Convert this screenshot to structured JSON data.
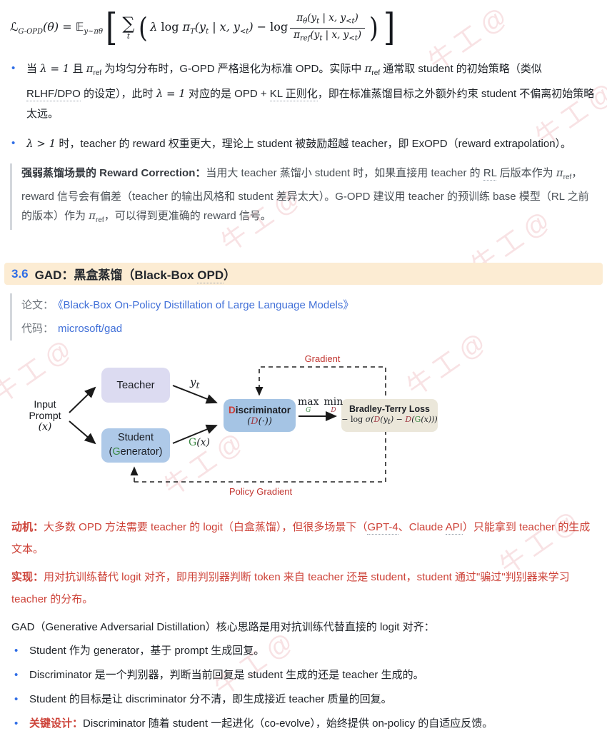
{
  "watermark": {
    "text": "牛工@"
  },
  "formula": {
    "lhs": [
      {
        "t": "ℒ"
      },
      {
        "t": "G-OPD",
        "s": "sub up"
      },
      {
        "t": "(θ) = 𝔼"
      },
      {
        "t": "y~πθ",
        "s": "sub"
      }
    ],
    "lbracket": "[",
    "sum_sigma": "∑",
    "sum_sub": "t",
    "lparen": "(",
    "inner": [
      {
        "t": "λ "
      },
      {
        "t": "log ",
        "s": "up"
      },
      {
        "t": "π"
      },
      {
        "t": "T",
        "s": "sub up"
      },
      {
        "t": "(y"
      },
      {
        "t": "t",
        "s": "sub"
      },
      {
        "t": " | x, y"
      },
      {
        "t": "<t",
        "s": "sub"
      },
      {
        "t": ") − "
      },
      {
        "t": "log",
        "s": "up"
      }
    ],
    "frac_num": [
      {
        "t": "π"
      },
      {
        "t": "θ",
        "s": "sub"
      },
      {
        "t": "(y"
      },
      {
        "t": "t",
        "s": "sub"
      },
      {
        "t": " | x, y"
      },
      {
        "t": "<t",
        "s": "sub"
      },
      {
        "t": ")"
      }
    ],
    "frac_den": [
      {
        "t": "π"
      },
      {
        "t": "ref",
        "s": "sub up"
      },
      {
        "t": "(y"
      },
      {
        "t": "t",
        "s": "sub"
      },
      {
        "t": " | x, y"
      },
      {
        "t": "<t",
        "s": "sub"
      },
      {
        "t": ")"
      }
    ],
    "rparen": ")",
    "rbracket": "]"
  },
  "bullets_top": [
    {
      "segments": [
        {
          "t": "当 "
        },
        {
          "t": "λ = 1",
          "s": "math"
        },
        {
          "t": " 且 "
        },
        {
          "t": "π",
          "s": "math"
        },
        {
          "t": "ref",
          "s": "sub up"
        },
        {
          "t": " 为均匀分布时，G-OPD 严格退化为标准 OPD。实际中 "
        },
        {
          "t": "π",
          "s": "math"
        },
        {
          "t": "ref",
          "s": "sub up"
        },
        {
          "t": " 通常取 student 的初始策略（类似 "
        },
        {
          "t": "RLHF/DPO",
          "s": "dot"
        },
        {
          "t": " 的设定），此时 "
        },
        {
          "t": "λ = 1",
          "s": "math"
        },
        {
          "t": " 对应的是 OPD + "
        },
        {
          "t": "KL 正则化",
          "s": "dot"
        },
        {
          "t": "，即在标准蒸馏目标之外额外约束 student 不偏离初始策略太远。"
        }
      ]
    },
    {
      "segments": [
        {
          "t": "λ > 1",
          "s": "math"
        },
        {
          "t": " 时，teacher 的 reward 权重更大，理论上 student 被鼓励超越 teacher，即 ExOPD（reward extrapolation）。"
        }
      ]
    }
  ],
  "callout": {
    "segments": [
      {
        "t": "强弱蒸馏场景的 Reward Correction：",
        "s": "b"
      },
      {
        "t": "当用大 teacher 蒸馏小 student 时，如果直接用 teacher 的 "
      },
      {
        "t": "RL",
        "s": "dot"
      },
      {
        "t": " 后版本作为 "
      },
      {
        "t": "π",
        "s": "math"
      },
      {
        "t": "ref",
        "s": "sub up"
      },
      {
        "t": "，reward 信号会有偏差（teacher 的输出风格和 student 差异太大）。G-OPD 建议用 teacher 的预训练 base 模型（RL 之前的版本）作为 "
      },
      {
        "t": "π",
        "s": "math"
      },
      {
        "t": "ref",
        "s": "sub up"
      },
      {
        "t": "，可以得到更准确的 reward 信号。"
      }
    ]
  },
  "section": {
    "number": "3.6",
    "title_segments": [
      {
        "t": "GAD：黑盒蒸馏（Black-Box "
      },
      {
        "t": "OPD",
        "s": "dot"
      },
      {
        "t": "）"
      }
    ]
  },
  "refs": [
    {
      "label": "论文：",
      "link": "《Black-Box On-Policy Distillation of Large Language Models》"
    },
    {
      "label": "代码：",
      "link": "microsoft/gad"
    }
  ],
  "diagram": {
    "input_line1": "Input",
    "input_line2": "Prompt",
    "input_math": "(x)",
    "teacher_label": "Teacher",
    "student_line1": "Student",
    "student_pre": "(",
    "student_g": "G",
    "student_post": "enerator)",
    "disc_d": "D",
    "disc_rest": "iscriminator",
    "disc_math_pre": "(",
    "disc_math_d": "D",
    "disc_math_post": "(·))",
    "yt_base": "y",
    "yt_sub": "t",
    "gx_g": "G",
    "gx_rest": "(x)",
    "max_label": "max",
    "max_sub": "G",
    "min_label": "min",
    "min_sub": "D",
    "bt_title": "Bradley-Terry Loss",
    "bt_formula": [
      {
        "t": "− "
      },
      {
        "t": "log ",
        "s": "up"
      },
      {
        "t": "σ("
      },
      {
        "t": "D",
        "s": "dred"
      },
      {
        "t": "(y"
      },
      {
        "t": "t",
        "s": "sub"
      },
      {
        "t": ") − "
      },
      {
        "t": "D",
        "s": "dred"
      },
      {
        "t": "("
      },
      {
        "t": "G",
        "s": "green"
      },
      {
        "t": "(x)))"
      }
    ],
    "gradient_label": "Gradient",
    "policy_gradient_label": "Policy Gradient"
  },
  "paras": {
    "motivation": {
      "segments": [
        {
          "t": "动机：",
          "s": "b"
        },
        {
          "t": "大多数 OPD 方法需要 teacher 的 logit（白盒蒸馏），但很多场景下（"
        },
        {
          "t": "GPT-4",
          "s": "dot"
        },
        {
          "t": "、Claude "
        },
        {
          "t": "API",
          "s": "dot"
        },
        {
          "t": "）只能拿到 teacher 的生成文本。"
        }
      ]
    },
    "implementation": {
      "segments": [
        {
          "t": "实现：",
          "s": "b"
        },
        {
          "t": "用对抗训练替代 logit 对齐，即用判别器判断 token 来自 teacher 还是 student，student 通过\"骗过\"判别器来学习 teacher 的分布。"
        }
      ]
    },
    "gad_intro": {
      "segments": [
        {
          "t": "GAD（Generative Adversarial Distillation）核心思路是用对抗训练代替直接的 logit 对齐："
        }
      ]
    }
  },
  "bullets_bottom": [
    {
      "segments": [
        {
          "t": "Student 作为 generator，基于 prompt 生成回复。"
        }
      ]
    },
    {
      "segments": [
        {
          "t": "Discriminator 是一个判别器，判断当前回复是 student 生成的还是 teacher 生成的。"
        }
      ]
    },
    {
      "segments": [
        {
          "t": "Student 的目标是让 discriminator 分不清，即生成接近 teacher 质量的回复。"
        }
      ]
    },
    {
      "segments": [
        {
          "t": "关键设计：",
          "s": "redb"
        },
        {
          "t": "Discriminator 随着 student 一起进化（co-evolve），始终提供 on-policy 的自适应反馈。"
        }
      ]
    }
  ],
  "colors": {
    "accent_blue": "#2e6de6",
    "link_blue": "#4170d8",
    "red_text": "#cd4238",
    "diagram_red": "#c13530",
    "teacher_box": "#dcdbf1",
    "student_box": "#aec9e8",
    "discriminator_box": "#a5c4e4",
    "bt_box": "#ebe7da",
    "section_bg": "#fcecd3",
    "green": "#3c8a44"
  }
}
